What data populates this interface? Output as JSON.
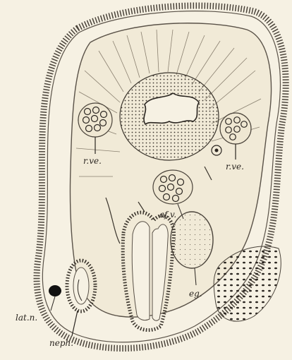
{
  "figure": {
    "labels": {
      "rve_left": "r.ve.",
      "rve_right": "r.ve.",
      "afv": "af.v.",
      "eg": "eg.",
      "latn": "lat.n.",
      "neph": "neph."
    }
  },
  "colors": {
    "background": "#f6f1e3",
    "ink": "#2a2520",
    "outline": "#5a5248"
  }
}
